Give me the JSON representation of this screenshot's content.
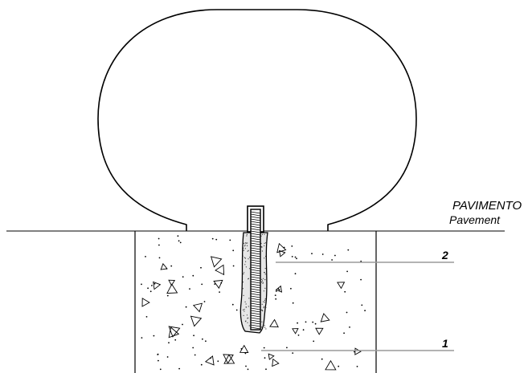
{
  "labels": {
    "surface_it": "PAVIMENTO",
    "surface_en": "Pavement",
    "callout_anchor": "2",
    "callout_foundation": "1"
  },
  "colors": {
    "line": "#000000",
    "leader": "#9a9a9a",
    "background": "#ffffff"
  }
}
